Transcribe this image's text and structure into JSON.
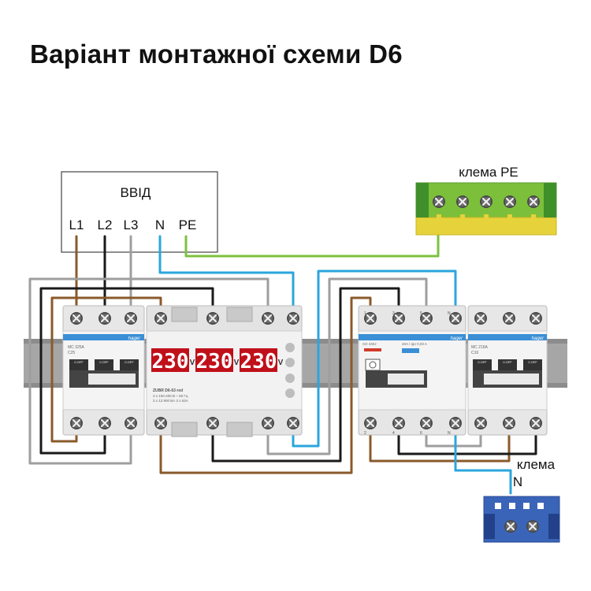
{
  "title": "Варіант монтажної схеми D6",
  "input_box": {
    "label": "ВВІД",
    "terminals": [
      "L1",
      "L2",
      "L3",
      "N",
      "PE"
    ]
  },
  "pe_terminal": {
    "label": "клема PE"
  },
  "n_terminal": {
    "label_line1": "клема",
    "label_line2": "N"
  },
  "relay": {
    "displays": [
      "230",
      "230",
      "230"
    ],
    "unit": "V",
    "brand": "ZUBR D6-63 red",
    "spec_line1": "3 x 100-400 В ~ 50 Гц",
    "spec_line2": "3 x 13 900 ВА   3 x 63А"
  },
  "breaker_left": {
    "brand": "hager",
    "model": "MC 325A",
    "rating": "C25",
    "switch_labels": [
      "0 OFF",
      "0 OFF",
      "0 OFF"
    ]
  },
  "rcd": {
    "brand": "hager",
    "model": "CD 440J",
    "rating": "40A / Iдn 0,03 A"
  },
  "breaker_right": {
    "brand": "hager",
    "model": "MC 216A",
    "rating": "C16",
    "switch_labels": [
      "0 OFF",
      "0 OFF"
    ]
  },
  "terminal_labels": {
    "rcd_top": [
      "1",
      "3",
      "5",
      "N"
    ],
    "rcd_bottom": [
      "2",
      "4",
      "6",
      "N"
    ]
  },
  "colors": {
    "L1": "#8a5a2b",
    "L2": "#1a1a1a",
    "L3": "#9e9e9e",
    "N": "#2aa6dc",
    "PE": "#7cc23e",
    "display_bg": "#c0101a",
    "display_digit": "#ffffff"
  }
}
